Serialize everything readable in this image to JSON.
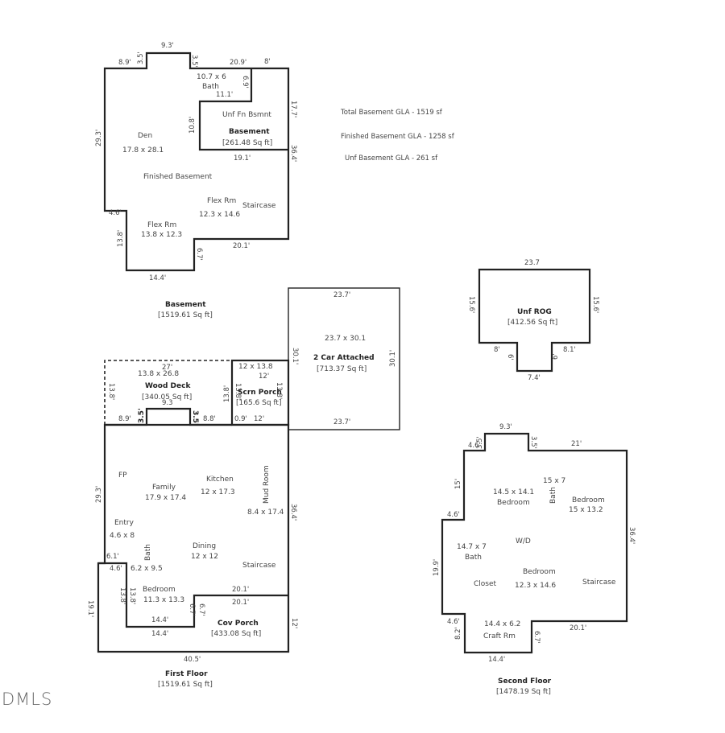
{
  "basement": {
    "title": "Basement",
    "area": "[1519.61 Sq ft]",
    "rooms": {
      "bath_dims": "10.7 x 6",
      "bath": "Bath",
      "unf": "Unf Fn Bsmnt",
      "unf_title": "Basement",
      "unf_area": "[261.48 Sq ft]",
      "den": "Den",
      "den_dims": "17.8 x 28.1",
      "finished": "Finished Basement",
      "flex1": "Flex Rm",
      "flex1_dims": "12.3 x 14.6",
      "staircase": "Staircase",
      "flex2": "Flex Rm",
      "flex2_dims": "13.8 x 12.3"
    },
    "dims": [
      "9.3'",
      "8.9'",
      "3.5'",
      "3.5'",
      "20.9'",
      "8'",
      "6.9'",
      "11.1'",
      "10.8'",
      "17.7'",
      "19.1'",
      "36.4'",
      "29.3'",
      "4.6'",
      "13.8'",
      "6.7'",
      "20.1'",
      "14.4'"
    ]
  },
  "gla_notes": [
    "Total Basement GLA - 1519 sf",
    "Finished Basement GLA - 1258 sf",
    "Unf Basement GLA - 261 sf"
  ],
  "garage": {
    "dims_label": "23.7 x 30.1",
    "title": "2 Car Attached",
    "area": "[713.37 Sq ft]",
    "dims": [
      "23.7'",
      "30.1'",
      "30.1'",
      "23.7'"
    ]
  },
  "rog": {
    "title": "Unf ROG",
    "area": "[412.56 Sq ft]",
    "dims": [
      "23.7",
      "15.6'",
      "15.6'",
      "8'",
      "6'",
      "8.1'",
      "6'",
      "7.4'"
    ]
  },
  "deck": {
    "dims_label": "13.8 x 26.8",
    "title": "Wood Deck",
    "area": "[340.05 Sq ft]",
    "dims": [
      "27'",
      "13.8'",
      "13.8'",
      "9.3",
      "8.9'",
      "3.5'",
      "3.5'",
      "8.8'"
    ]
  },
  "porch": {
    "dims_label": "12 x 13.8",
    "title": "Scrn Porch",
    "area": "[165.6 Sq ft]",
    "dims": [
      "12'",
      "13.8'",
      "13.8'",
      "0.9'",
      "12'"
    ]
  },
  "first_floor": {
    "title": "First Floor",
    "area": "[1519.61 Sq ft]",
    "rooms": {
      "fp": "FP",
      "family": "Family",
      "family_dims": "17.9 x 17.4",
      "kitchen": "Kitchen",
      "kitchen_dims": "12 x 17.3",
      "mud": "Mud Room",
      "mud_dims": "8.4 x 17.4",
      "entry": "Entry",
      "entry_dims": "4.6 x 8",
      "bath": "Bath",
      "bath_dims": "6.2 x 9.5",
      "dining": "Dining",
      "dining_dims": "12 x 12",
      "staircase": "Staircase",
      "bedroom": "Bedroom",
      "bedroom_dims": "11.3 x 13.3",
      "cov_porch": "Cov Porch",
      "cov_porch_area": "[433.08 Sq ft]"
    },
    "dims": [
      "29.3'",
      "36.4'",
      "6.1'",
      "4.6'",
      "13.8'",
      "13.8'",
      "6.7'",
      "6.7'",
      "20.1'",
      "20.1'",
      "14.4'",
      "14.4'",
      "19.1'",
      "12'",
      "40.5'"
    ]
  },
  "second_floor": {
    "title": "Second Floor",
    "area": "[1478.19 Sq ft]",
    "rooms": {
      "bath_dims": "15 x 7",
      "bath": "Bath",
      "bed1_dims": "14.5 x 14.1",
      "bed1": "Bedroom",
      "bed2": "Bedroom",
      "bed2_dims": "15 x 13.2",
      "wd": "W/D",
      "bath2_dims": "14.7 x 7",
      "bath2": "Bath",
      "closet": "Closet",
      "bed3": "Bedroom",
      "bed3_dims": "12.3 x 14.6",
      "staircase": "Staircase",
      "craft_dims": "14.4 x 6.2",
      "craft": "Craft Rm"
    },
    "dims": [
      "9.3'",
      "4.6'",
      "3.5'",
      "3.5'",
      "21'",
      "15'",
      "4.6'",
      "36.4'",
      "19.9'",
      "4.6'",
      "8.2'",
      "6.7'",
      "20.1'",
      "14.4'"
    ]
  },
  "watermark": "DMLS"
}
